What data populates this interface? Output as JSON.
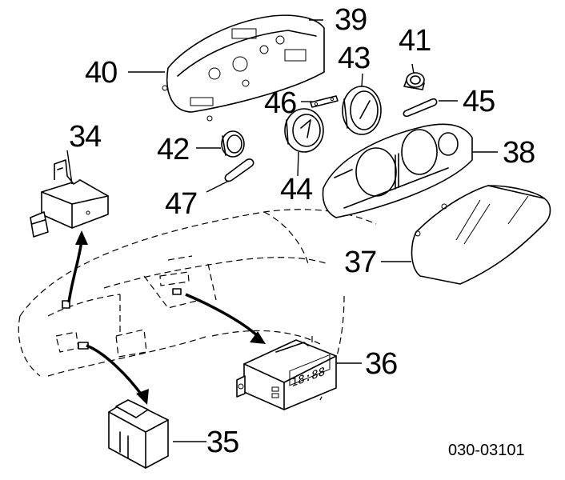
{
  "callouts": {
    "c34": "34",
    "c35": "35",
    "c36": "36",
    "c37": "37",
    "c38": "38",
    "c39": "39",
    "c40": "40",
    "c41": "41",
    "c42": "42",
    "c43": "43",
    "c44": "44",
    "c45": "45",
    "c46": "46",
    "c47": "47"
  },
  "diagram_code": "030-03101",
  "clock_display": "18:88"
}
